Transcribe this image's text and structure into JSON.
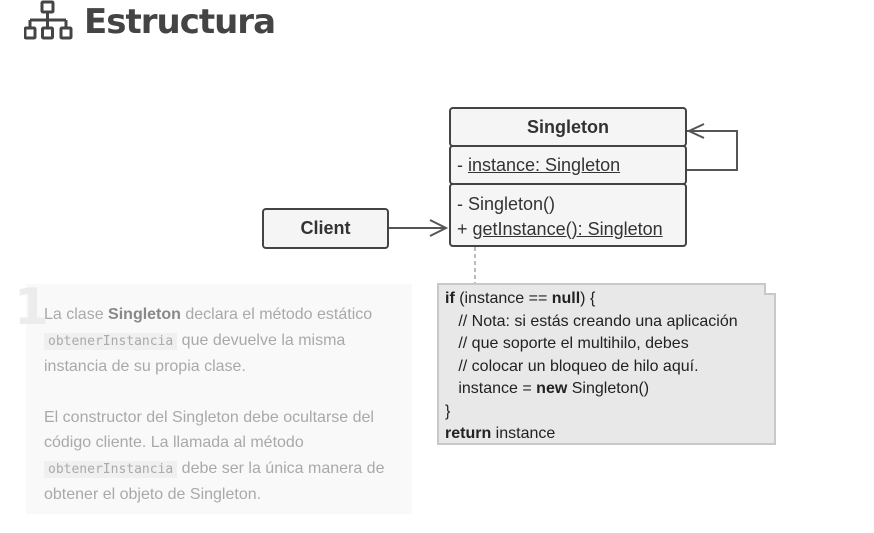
{
  "header": {
    "title": "Estructura",
    "icon": "hierarchy-icon"
  },
  "diagram": {
    "singleton": {
      "name": "Singleton",
      "field": "- instance: Singleton",
      "field_prefix": "- ",
      "field_name": "instance: Singleton",
      "method1": "- Singleton()",
      "method2_prefix": "+ ",
      "method2_name": "getInstance(): Singleton"
    },
    "client": {
      "name": "Client"
    },
    "note": {
      "lines": [
        {
          "kw1": "if",
          "text1": " (instance == ",
          "kw2": "null",
          "text2": ") {"
        },
        {
          "text": "   // Nota: si estás creando una aplicación"
        },
        {
          "text": "   // que soporte el multihilo, debes"
        },
        {
          "text": "   // colocar un bloqueo de hilo aquí."
        },
        {
          "text1": "   instance = ",
          "kw": "new",
          "text2": " Singleton()"
        },
        {
          "text": "}"
        },
        {
          "kw": "return",
          "text": " instance"
        }
      ]
    }
  },
  "description": {
    "step_number": "1",
    "p1": {
      "t1": "La clase ",
      "b1": "Singleton",
      "t2": " declara el método estático ",
      "code1": "obtenerInstancia",
      "t3": " que devuelve la misma instancia de su propia clase."
    },
    "p2": {
      "t1": "El constructor del Singleton debe ocultarse del código cliente. La llamada al método ",
      "code1": "obtenerInstancia",
      "t2": " debe ser la única manera de obtener el objeto de Singleton."
    }
  }
}
